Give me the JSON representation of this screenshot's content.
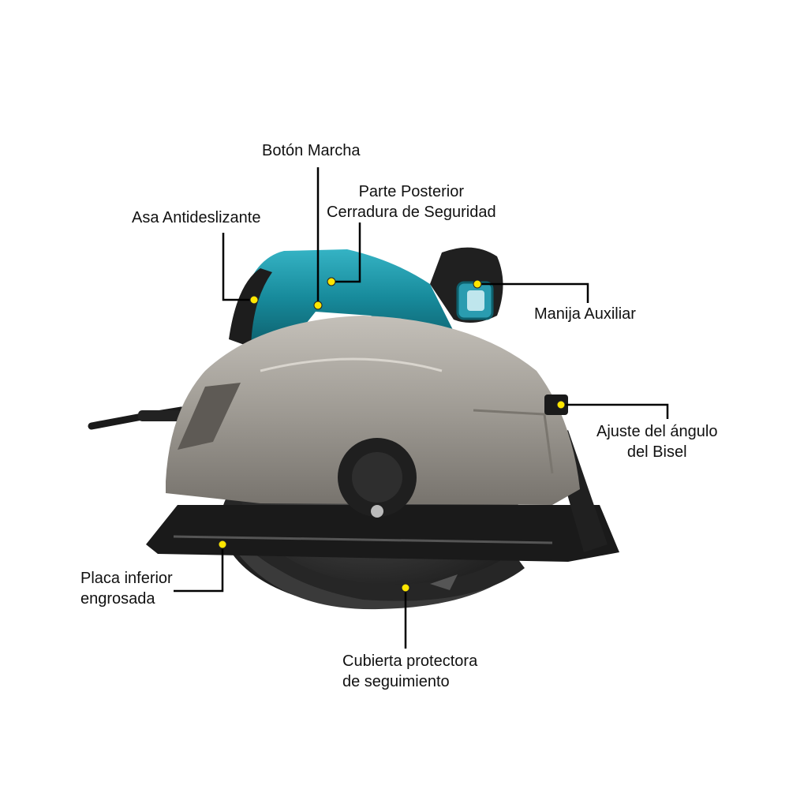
{
  "labels": {
    "boton_marcha": "Botón Marcha",
    "parte_posterior_line1": "Parte Posterior",
    "parte_posterior_line2": "Cerradura de Seguridad",
    "asa": "Asa Antideslizante",
    "manija": "Manija Auxiliar",
    "ajuste_line1": "Ajuste del ángulo",
    "ajuste_line2": "del Bisel",
    "placa_line1": "Placa inferior",
    "placa_line2": "engrosada",
    "cubierta_line1": "Cubierta protectora",
    "cubierta_line2": "de seguimiento"
  },
  "colors": {
    "marker": "#ffe600",
    "leader": "#000000",
    "housing_teal": "#1a8fa0",
    "guard_gray": "#9e9a93",
    "blade_dark": "#2b2b2b"
  }
}
